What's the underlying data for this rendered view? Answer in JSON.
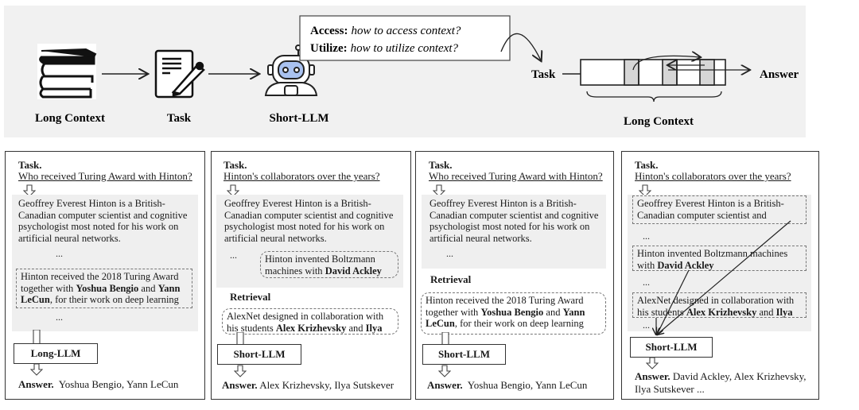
{
  "top": {
    "icons": [
      "books-icon",
      "document-pen-icon",
      "robot-icon"
    ],
    "labels": {
      "long_context": "Long Context",
      "task": "Task",
      "short_llm": "Short-LLM"
    },
    "callout": {
      "access_label": "Access:",
      "access_text": "how to access context?",
      "utilize_label": "Utilize:",
      "utilize_text": "how to utilize context?"
    },
    "flow": {
      "task": "Task",
      "answer": "Answer",
      "long_context": "Long Context"
    }
  },
  "panels": [
    {
      "task_label": "Task.",
      "question": "Who received Turing Award with Hinton?",
      "context": [
        {
          "t": "Geoffrey Everest Hinton is a British-Canadian computer scientist and cognitive psychologist most noted for his work on artificial neural networks."
        }
      ],
      "ellipsis": "...",
      "highlight": [
        {
          "t": "Hinton received the 2018 Turing Award together with "
        },
        {
          "t": "Yoshua Bengio",
          "b": true
        },
        {
          "t": " and "
        },
        {
          "t": "Yann LeCun",
          "b": true
        },
        {
          "t": ", for their work on deep learning"
        }
      ],
      "model": "Long-LLM",
      "answer_label": "Answer.",
      "answer": "Yoshua Bengio, Yann LeCun"
    },
    {
      "task_label": "Task.",
      "question": "Hinton's collaborators over the years?",
      "context": [
        {
          "t": "Geoffrey Everest Hinton is a British-Canadian computer scientist and cognitive psychologist most noted for his work on artificial neural networks."
        }
      ],
      "ellipsis": "...",
      "highlight": [
        {
          "t": "Hinton invented Boltzmann machines with "
        },
        {
          "t": "David Ackley",
          "b": true
        }
      ],
      "retrieval_label": "Retrieval",
      "retrieved": [
        {
          "t": "AlexNet designed in collaboration with his students "
        },
        {
          "t": "Alex Krizhevsky",
          "b": true
        },
        {
          "t": " and "
        },
        {
          "t": "Ilya",
          "b": true
        }
      ],
      "model": "Short-LLM",
      "answer_label": "Answer.",
      "answer": "Alex Krizhevsky, Ilya Sutskever"
    },
    {
      "task_label": "Task.",
      "question": "Who received Turing Award with Hinton?",
      "context": [
        {
          "t": "Geoffrey Everest Hinton is a British-Canadian computer scientist and cognitive psychologist most noted for his work on artificial neural networks."
        }
      ],
      "ellipsis": "...",
      "retrieval_label": "Retrieval",
      "retrieved": [
        {
          "t": "Hinton received the 2018 Turing Award together with "
        },
        {
          "t": "Yoshua Bengio",
          "b": true
        },
        {
          "t": " and "
        },
        {
          "t": "Yann LeCun",
          "b": true
        },
        {
          "t": ", for their work on deep learning"
        }
      ],
      "model": "Short-LLM",
      "answer_label": "Answer.",
      "answer": "Yoshua Bengio, Yann LeCun"
    },
    {
      "task_label": "Task.",
      "question": "Hinton's collaborators over the years?",
      "chunks": [
        [
          {
            "t": "Geoffrey Everest Hinton is a British-Canadian computer scientist and"
          }
        ],
        [
          {
            "t": "Hinton invented Boltzmann machines with "
          },
          {
            "t": "David Ackley",
            "b": true
          }
        ],
        [
          {
            "t": "AlexNet designed in collaboration with his students "
          },
          {
            "t": "Alex Krizhevsky",
            "b": true
          },
          {
            "t": " and "
          },
          {
            "t": "Ilya",
            "b": true
          }
        ]
      ],
      "ellipsis": "...",
      "model": "Short-LLM",
      "answer_label": "Answer.",
      "answer": "David Ackley, Alex Krizhevsky, Ilya Sutskever ..."
    }
  ]
}
